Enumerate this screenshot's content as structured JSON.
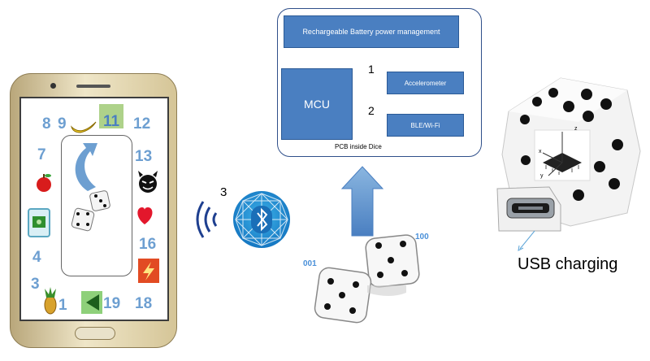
{
  "pcb": {
    "battery_label": "Rechargeable Battery power management",
    "mcu_label": "MCU",
    "accelerometer_label": "Accelerometer",
    "ble_label": "BLE/Wi-Fi",
    "link1_label": "1",
    "link2_label": "2",
    "caption": "PCB inside Dice"
  },
  "wireless": {
    "label": "3"
  },
  "dice_numbers": {
    "left": "001",
    "right": "100"
  },
  "usb": {
    "caption": "USB charging"
  },
  "phone": {
    "numbers": {
      "n8": "8",
      "n9": "9",
      "n11": "11",
      "n12": "12",
      "n7": "7",
      "n13": "13",
      "n16": "16",
      "n4": "4",
      "n3": "3",
      "n1": "1",
      "n19": "19",
      "n18": "18"
    }
  },
  "colors": {
    "block_blue": "#4a7fc1",
    "number_blue": "#6d9fd1",
    "bluetooth_blue": "#1e9fdb"
  }
}
